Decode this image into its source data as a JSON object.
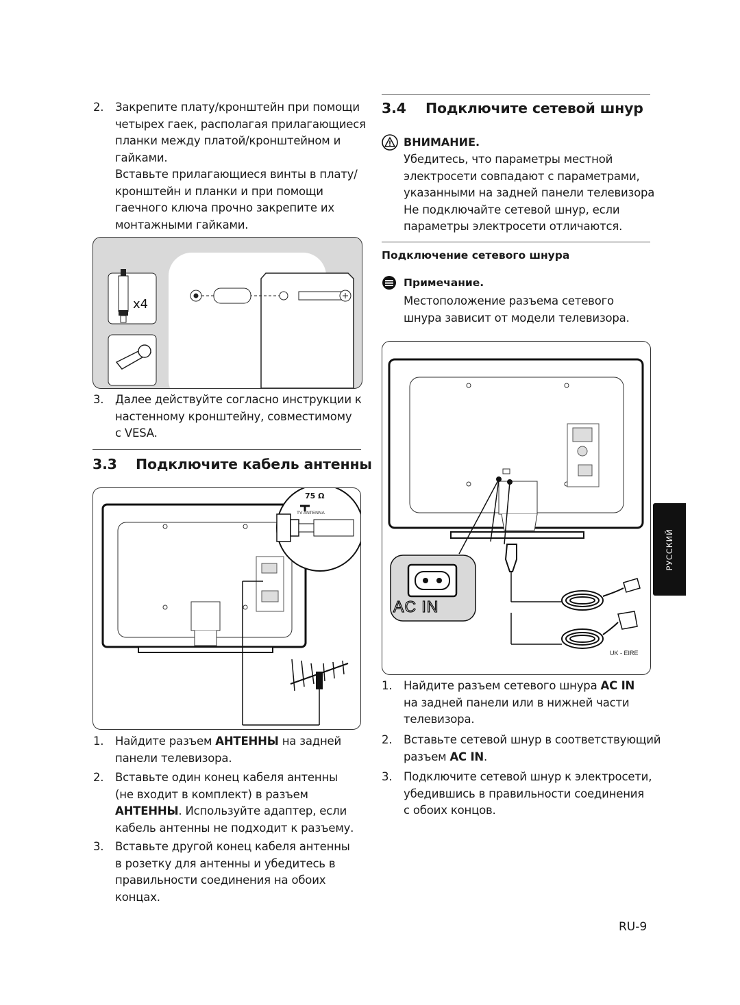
{
  "left_top": {
    "step2": {
      "num": "2.",
      "lines": [
        "Закрепите плату/кронштейн при помощи",
        "четырех гаек, располагая прилагающиеся",
        "планки между платой/кронштейном и",
        "гайками."
      ],
      "lines_b": [
        "Вставьте прилагающиеся винты в плату/",
        "кронштейн и планки и при помощи",
        "гаечного ключа прочно закрепите их",
        "монтажными гайками."
      ]
    },
    "figure_mount": {
      "multiplier": "x4"
    },
    "step3": {
      "num": "3.",
      "lines": [
        "Далее действуйте согласно инструкции к",
        "настенному кронштейну, совместимому",
        "с VESA."
      ]
    }
  },
  "section_3_3": {
    "number": "3.3",
    "title": "Подключите кабель антенны",
    "figure": {
      "ohm_label": "75 Ω",
      "antenna_label": "TV ANTENNA"
    },
    "steps": [
      {
        "num": "1.",
        "l1_pre": "Найдите разъем ",
        "l1_kw": "АНТЕННЫ",
        "l1_post": " на задней",
        "l2": "панели телевизора."
      },
      {
        "num": "2.",
        "l1": "Вставьте один конец кабеля антенны",
        "l2": "(не входит в комплект) в разъем",
        "l3_kw": "АНТЕННЫ",
        "l3_post": ". Используйте адаптер, если",
        "l4": "кабель антенны не подходит к разъему."
      },
      {
        "num": "3.",
        "l1": "Вставьте другой конец кабеля антенны",
        "l2": "в розетку для антенны и убедитесь в",
        "l3": "правильности соединения на обоих",
        "l4": "концах."
      }
    ]
  },
  "section_3_4": {
    "number": "3.4",
    "title": "Подключите сетевой шнур",
    "caution": {
      "title": "ВНИМАНИЕ.",
      "lines": [
        "Убедитесь, что параметры местной",
        "электросети совпадают с параметрами,",
        "указанными на задней панели телевизора",
        "Не подключайте сетевой шнур, если",
        "параметры электросети отличаются."
      ]
    },
    "subheading": "Подключение сетевого шнура",
    "note": {
      "title": "Примечание.",
      "lines": [
        "Местоположение разъема сетевого",
        "шнура зависит от модели телевизора."
      ]
    },
    "figure": {
      "ac_label": "AC IN",
      "region_label": "UK - EIRE"
    },
    "steps": [
      {
        "num": "1.",
        "l1_pre": "Найдите разъем сетевого шнура ",
        "l1_kw": "AC IN",
        "l2": "на задней панели или в нижней части",
        "l3": "телевизора."
      },
      {
        "num": "2.",
        "l1": "Вставьте сетевой шнур в соответствующий",
        "l2_pre": "разъем ",
        "l2_kw": "AC IN",
        "l2_post": "."
      },
      {
        "num": "3.",
        "l1": "Подключите сетевой шнур к электросети,",
        "l2": "убедившись в правильности соединения",
        "l3": "с обоих концов."
      }
    ]
  },
  "side_tab": "РУССКИЙ",
  "page_number": "RU-9"
}
